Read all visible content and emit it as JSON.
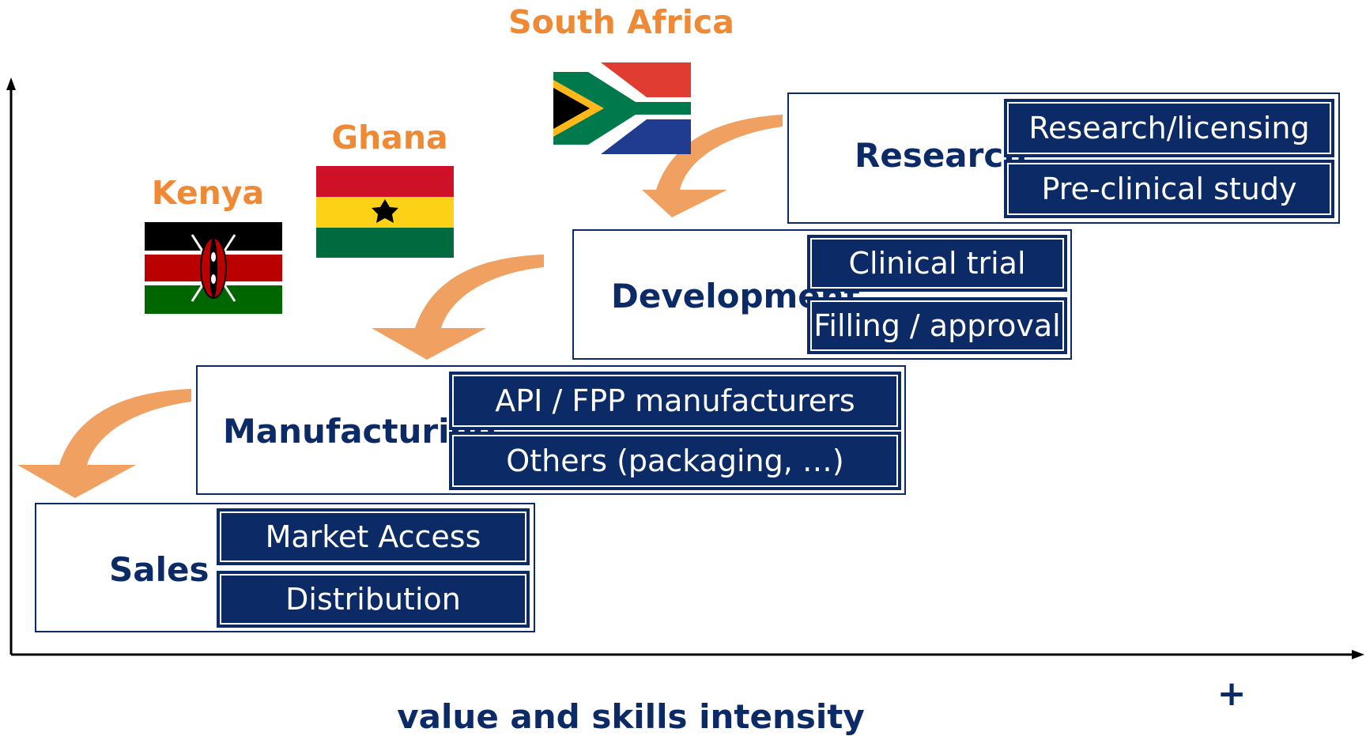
{
  "countries": {
    "kenya": "Kenya",
    "ghana": "Ghana",
    "south_africa": "South Africa"
  },
  "stages": {
    "research": {
      "label": "Research",
      "items": [
        "Research/licensing",
        "Pre-clinical study"
      ]
    },
    "development": {
      "label": "Development",
      "items": [
        "Clinical trial",
        "Filling / approval"
      ]
    },
    "manufacturing": {
      "label": "Manufacturing",
      "items": [
        "API / FPP manufacturers",
        "Others (packaging, …)"
      ]
    },
    "sales": {
      "label": "Sales",
      "items": [
        "Market Access",
        "Distribution"
      ]
    }
  },
  "axis": {
    "x_title": "value and skills intensity",
    "x_end_marker": "+"
  },
  "colors": {
    "navy": "#0b2a66",
    "orange_label": "#ee8a36",
    "arrow": "#f0a060"
  }
}
